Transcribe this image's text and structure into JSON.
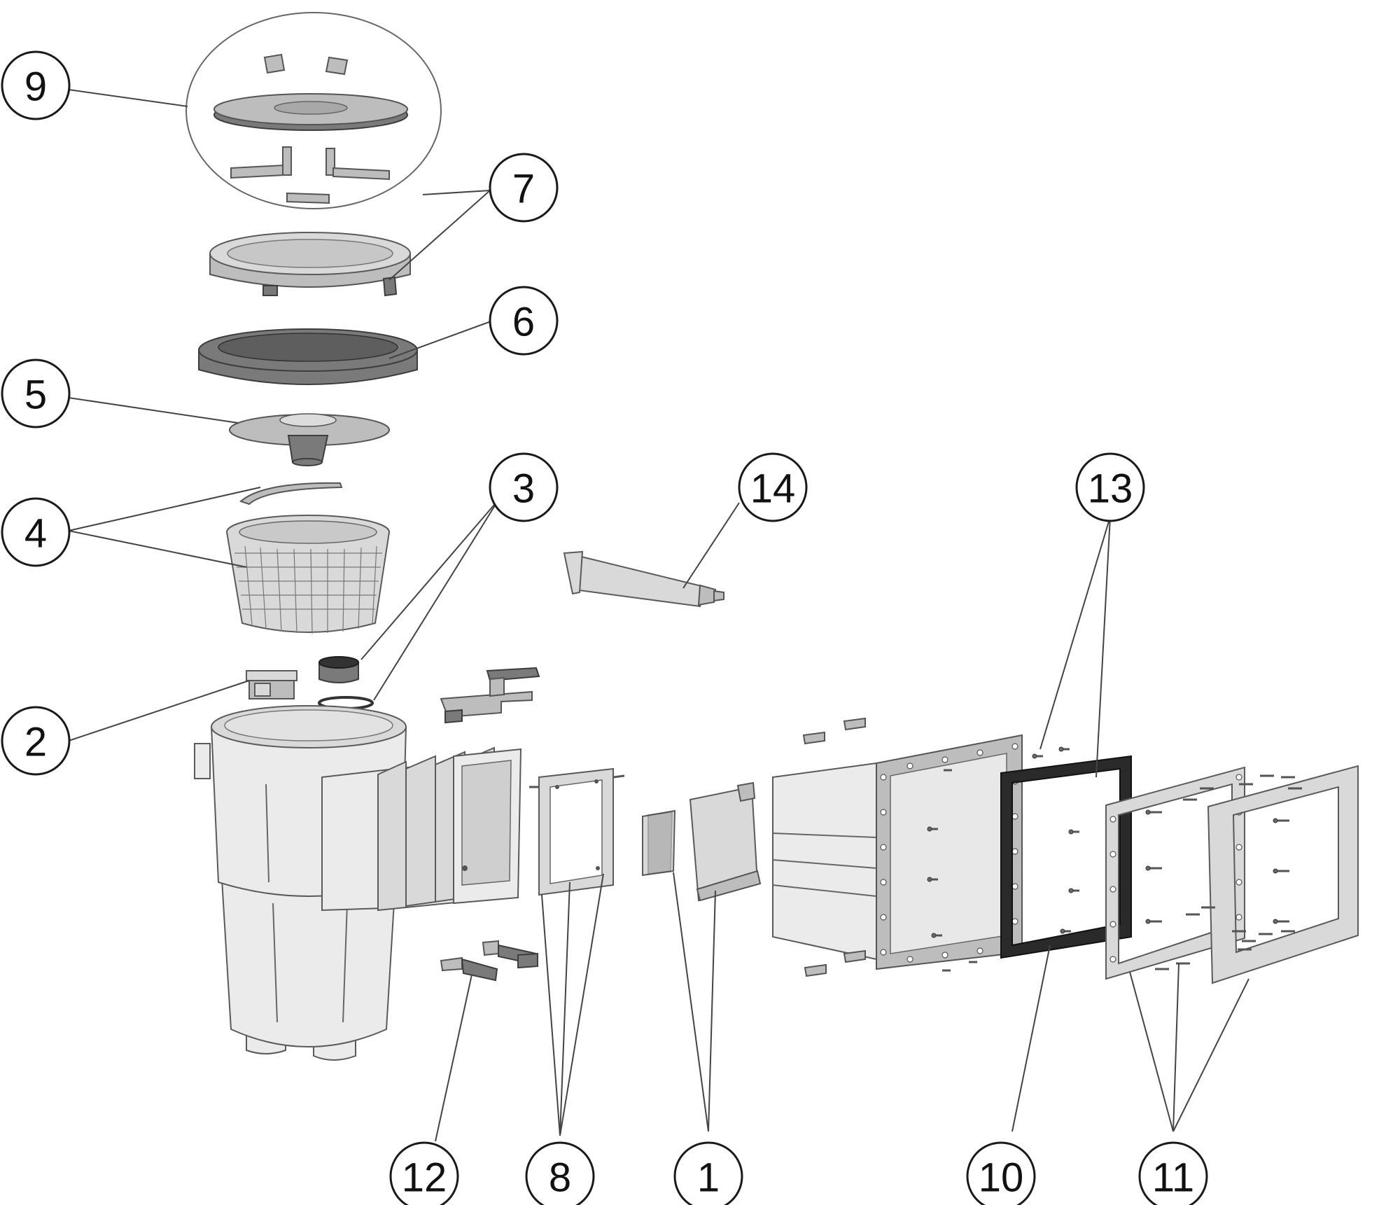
{
  "diagram": {
    "callouts": [
      {
        "id": "9",
        "label": "9"
      },
      {
        "id": "7",
        "label": "7"
      },
      {
        "id": "6",
        "label": "6"
      },
      {
        "id": "5",
        "label": "5"
      },
      {
        "id": "4",
        "label": "4"
      },
      {
        "id": "3",
        "label": "3"
      },
      {
        "id": "14",
        "label": "14"
      },
      {
        "id": "13",
        "label": "13"
      },
      {
        "id": "2",
        "label": "2"
      },
      {
        "id": "12",
        "label": "12"
      },
      {
        "id": "8",
        "label": "8"
      },
      {
        "id": "1",
        "label": "1"
      },
      {
        "id": "10",
        "label": "10"
      },
      {
        "id": "11",
        "label": "11"
      }
    ]
  }
}
